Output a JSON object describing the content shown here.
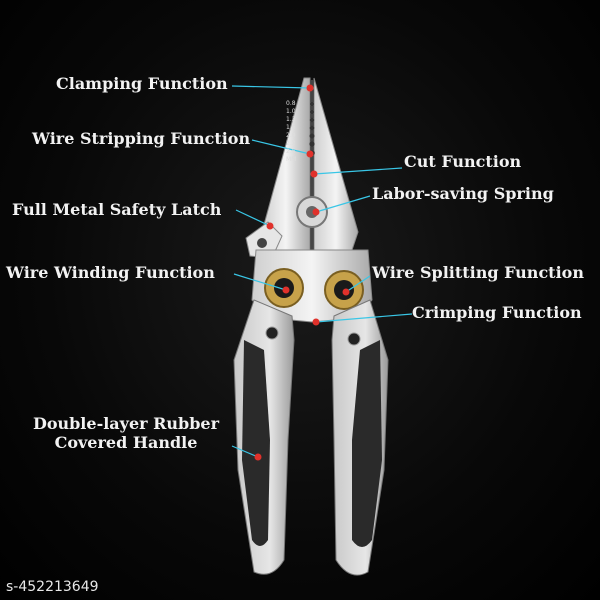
{
  "labels": {
    "clamping": "Clamping Function",
    "wire_stripping": "Wire Stripping Function",
    "cut": "Cut Function",
    "labor_saving": "Labor-saving Spring",
    "safety_latch": "Full Metal Safety Latch",
    "wire_winding": "Wire Winding Function",
    "wire_splitting": "Wire Splitting Function",
    "crimping": "Crimping Function",
    "handle_line1": "Double-layer Rubber",
    "handle_line2": "Covered Handle"
  },
  "gauge_marks": [
    "0.8",
    "1.0",
    "1.3",
    "1.6",
    "2.0",
    "2.2",
    "2.6",
    "MM"
  ],
  "sku": "s-452213649",
  "colors": {
    "background": "#000000",
    "label_text": "#f2f2f2",
    "leader_line": "#39c6e6",
    "marker": "#e0312b",
    "handle_grey": "#b9b9b9",
    "rubber_black": "#2a2a2a",
    "brass": "#c7a24a"
  }
}
